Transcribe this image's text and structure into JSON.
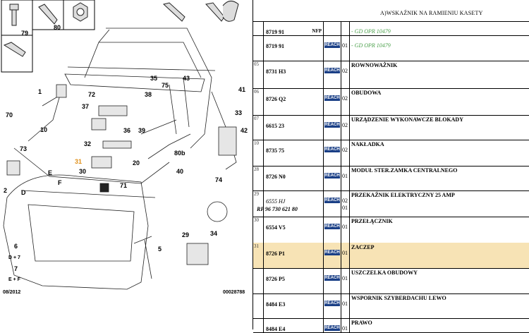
{
  "diagram": {
    "date": "08/2012",
    "doc_number": "00028788",
    "callouts": [
      "79",
      "80",
      "35",
      "75",
      "43",
      "38",
      "41",
      "1",
      "72",
      "37",
      "70",
      "36",
      "39",
      "33",
      "42",
      "10",
      "73",
      "32",
      "31",
      "30",
      "20",
      "40",
      "2",
      "E",
      "D",
      "F",
      "71",
      "80b",
      "74",
      "6",
      "D + 7",
      "7",
      "E + F",
      "29",
      "34",
      "5"
    ],
    "highlight_callout": "31",
    "colors": {
      "highlight": "#e0901a",
      "line": "#222222"
    }
  },
  "parts": {
    "header": "A)WSKAŹNIK NA RAMIENIU KASETY",
    "badge_label": "REACH",
    "badge_color": "#1a3f86",
    "highlight_color": "#f7e3b5",
    "rows": [
      {
        "idx": "",
        "ref": "8719 91",
        "nfp": "NFP",
        "qty": "",
        "qty2": "",
        "desc": "",
        "green": "- GD OPR 10479"
      },
      {
        "idx": "",
        "ref": "8719 91",
        "nfp": "",
        "qty": "01",
        "qty2": "",
        "desc": "",
        "green": "- GD OPR 10479"
      },
      {
        "idx": "05",
        "ref": "8731 H3",
        "nfp": "",
        "qty": "02",
        "qty2": "",
        "desc": "ROWNOWAŻNIK",
        "green": ""
      },
      {
        "idx": "06",
        "ref": "8726 Q2",
        "nfp": "",
        "qty": "02",
        "qty2": "",
        "desc": "OBUDOWA",
        "green": ""
      },
      {
        "idx": "07",
        "ref": "6615 23",
        "nfp": "",
        "qty": "02",
        "qty2": "",
        "desc": "URZĄDZENIE WYKONAWCZE BLOKADY",
        "green": ""
      },
      {
        "idx": "10",
        "ref": "8735 75",
        "nfp": "",
        "qty": "02",
        "qty2": "",
        "desc": "NAKŁADKA",
        "green": ""
      },
      {
        "idx": "28",
        "ref": "8726 N0",
        "nfp": "",
        "qty": "01",
        "qty2": "",
        "desc": "MODUŁ STER.ZAMKA CENTRALNEGO",
        "green": ""
      },
      {
        "idx": "29",
        "ref": "6555 HJ",
        "ref2": "RP 96 730 621 80",
        "nfp": "",
        "qty": "02",
        "qty2": "01",
        "desc": "PRZEKAŹNIK ELEKTRYCZNY 25 AMP",
        "green": ""
      },
      {
        "idx": "30",
        "ref": "6554 V5",
        "nfp": "",
        "qty": "01",
        "qty2": "",
        "desc": "PRZEŁĄCZNIK",
        "green": ""
      },
      {
        "idx": "31",
        "ref": "8726 P1",
        "nfp": "",
        "qty": "01",
        "qty2": "",
        "desc": "ZACZEP",
        "green": ""
      },
      {
        "idx": "",
        "ref": "8726 P5",
        "nfp": "",
        "qty": "01",
        "qty2": "",
        "desc": "USZCZELKA OBUDOWY",
        "green": ""
      },
      {
        "idx": "",
        "ref": "8484 E3",
        "nfp": "",
        "qty": "01",
        "qty2": "",
        "desc": "WSPORNIK SZYBERDACHU LEWO",
        "green": ""
      },
      {
        "idx": "",
        "ref": "8484 E4",
        "nfp": "",
        "qty": "01",
        "qty2": "",
        "desc": "PRAWO",
        "green": ""
      }
    ]
  }
}
